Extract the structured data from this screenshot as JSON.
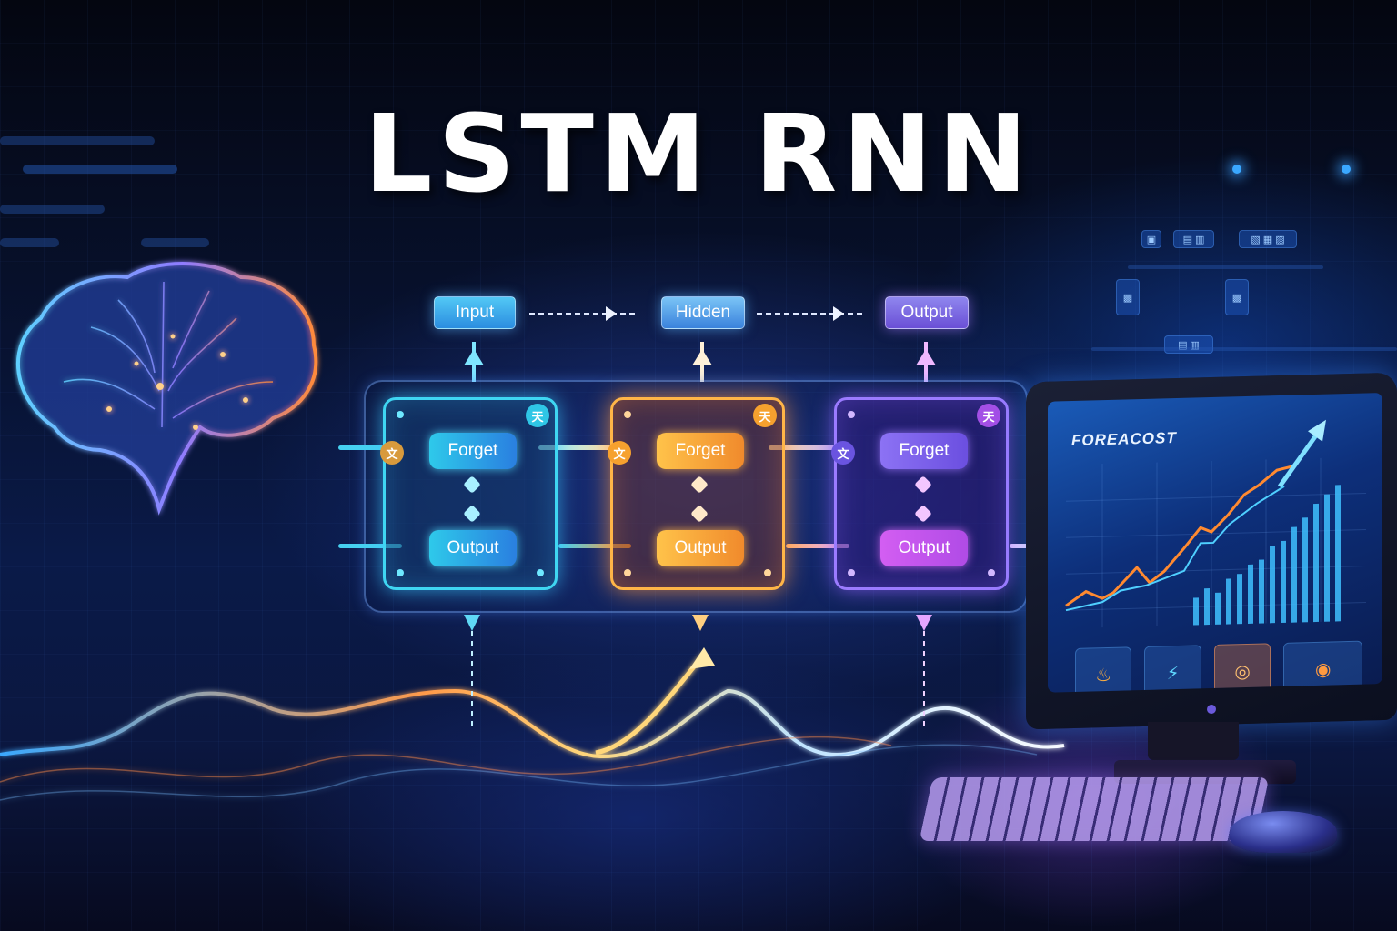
{
  "title": "LSTM RNN",
  "flow": {
    "labels": [
      "Input",
      "Hidden",
      "Output"
    ],
    "colors": {
      "input": "#3fc3f2",
      "hidden": "#5aa6ec",
      "output": "#7f6ae6"
    }
  },
  "cells": [
    {
      "forget_label": "Forget",
      "output_label": "Output",
      "gate_glyph": "天",
      "left_glyph": "文",
      "color": "#3fd6f2"
    },
    {
      "forget_label": "Forget",
      "output_label": "Output",
      "gate_glyph": "天",
      "left_glyph": "文",
      "color": "#ffb547"
    },
    {
      "forget_label": "Forget",
      "output_label": "Output",
      "gate_glyph": "天",
      "left_glyph": "文",
      "color": "#9b7bff"
    }
  ],
  "monitor": {
    "screen_title": "FOREACOST",
    "tiles": [
      "flame-icon",
      "network-icon",
      "vault-icon",
      "target-icon"
    ],
    "tile_glyphs": [
      "♨",
      "⚡",
      "◎",
      "◉"
    ]
  },
  "hud": {
    "boxes": [
      "▣",
      "▤ ▥",
      "▧ ▦ ▨",
      "▩"
    ]
  },
  "accent_colors": {
    "cyan": "#3fd6f2",
    "orange": "#ffb547",
    "violet": "#9b7bff",
    "background": "#07102a"
  }
}
